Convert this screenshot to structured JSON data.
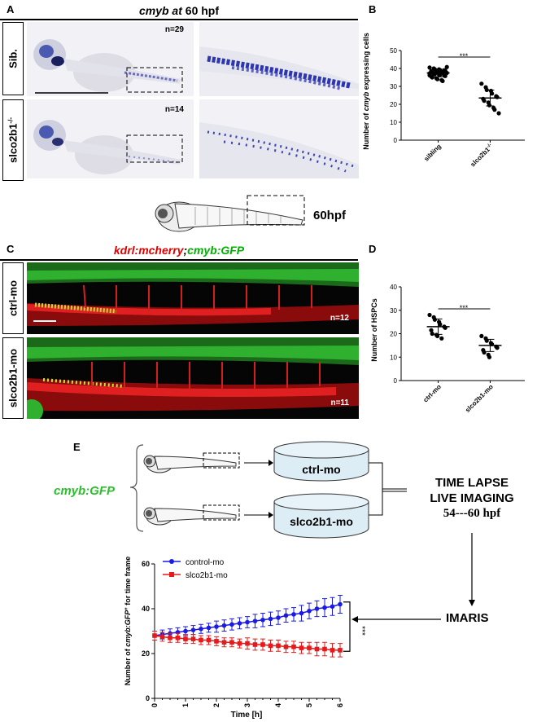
{
  "panelA": {
    "label": "A",
    "title_italic": "cmyb at",
    "title_rest": " 60 hpf",
    "rows": [
      {
        "label": "Sib.",
        "n": "n=29"
      },
      {
        "label": "slco2b1",
        "sup": "-/-",
        "n": "n=14"
      }
    ]
  },
  "panelB": {
    "label": "B",
    "ylabel_pre": "Number of ",
    "ylabel_italic": "cmyb",
    "ylabel_post": " expressing cells",
    "significance": "***",
    "chart_data": {
      "type": "scatter",
      "categories": [
        "sibling",
        "slco2b1-/-"
      ],
      "tick_labels": [
        "sibling",
        "slco2b1"
      ],
      "tick_sup": [
        "",
        "-/-"
      ],
      "ylim": [
        0,
        50
      ],
      "yticks": [
        0,
        10,
        20,
        30,
        40,
        50
      ],
      "means": [
        37.5,
        23.5
      ],
      "sd": [
        2.2,
        4.4
      ],
      "points": [
        [
          40.5,
          40,
          39.5,
          39.5,
          39,
          39,
          38.8,
          38.5,
          38.2,
          38,
          38,
          37.8,
          37.5,
          37.5,
          37.2,
          37,
          36.8,
          36.5,
          36.5,
          36,
          35.8,
          35.5,
          35,
          34.5,
          34,
          33.5,
          33,
          40.8,
          36.2
        ],
        [
          31.5,
          29.5,
          28,
          27.5,
          26,
          24.5,
          24,
          23,
          22,
          21,
          19.5,
          18,
          17,
          15
        ]
      ]
    }
  },
  "schematic": {
    "label": "60hpf"
  },
  "panelC": {
    "label": "C",
    "title_red": "kdrl:mcherry",
    "title_sep": ";",
    "title_green": "cmyb:GFP",
    "rows": [
      {
        "label": "ctrl-mo",
        "n": "n=12"
      },
      {
        "label": "slco2b1-mo",
        "n": "n=11"
      }
    ]
  },
  "panelD": {
    "label": "D",
    "ylabel": "Number of HSPCs",
    "significance": "***",
    "chart_data": {
      "type": "scatter",
      "categories": [
        "ctrl-mo",
        "slco2b1-mo"
      ],
      "ylim": [
        0,
        40
      ],
      "yticks": [
        0,
        10,
        20,
        30,
        40
      ],
      "means": [
        23,
        15
      ],
      "sd": [
        3.3,
        2.6
      ],
      "points": [
        [
          28,
          27,
          26,
          25,
          24,
          23,
          22.5,
          21.5,
          20,
          19.5,
          19,
          18
        ],
        [
          19,
          18,
          17,
          16,
          15.5,
          14.5,
          14,
          13,
          12,
          11,
          10
        ]
      ]
    }
  },
  "panelE": {
    "label": "E",
    "line_label": "cmyb:GFP",
    "disk1": "ctrl-mo",
    "disk2": "slco2b1-mo",
    "tl_line1": "TIME LAPSE",
    "tl_line2": "LIVE IMAGING",
    "tl_hours": "54---60 hpf",
    "imaris": "IMARIS",
    "significance": "***",
    "ylabel_pre": "Number of ",
    "ylabel_italic": "cmyb:GFP",
    "ylabel_sup": "+",
    "ylabel_post": " for time frame",
    "chart_data": {
      "type": "line",
      "xlabel": "Time [h]",
      "xlim": [
        0,
        6
      ],
      "xticks": [
        0,
        1,
        2,
        3,
        4,
        5,
        6
      ],
      "ylim": [
        0,
        60
      ],
      "yticks": [
        0,
        20,
        40,
        60
      ],
      "series": [
        {
          "name": "control-mo",
          "color": "#1a1ae6",
          "marker": "circle",
          "x": [
            0,
            0.25,
            0.5,
            0.75,
            1,
            1.25,
            1.5,
            1.75,
            2,
            2.25,
            2.5,
            2.75,
            3,
            3.25,
            3.5,
            3.75,
            4,
            4.25,
            4.5,
            4.75,
            5,
            5.25,
            5.5,
            5.75,
            6
          ],
          "y": [
            28,
            28.5,
            29,
            29.5,
            30,
            30.5,
            31,
            31.5,
            32,
            32.5,
            33,
            33.5,
            34,
            34.5,
            35,
            35.5,
            36,
            37,
            37.5,
            38,
            39,
            40,
            40.5,
            41,
            42
          ],
          "err": [
            2,
            2,
            2,
            2,
            2,
            2,
            2,
            2,
            2.5,
            2.5,
            2.5,
            2.5,
            2.5,
            3,
            3,
            3,
            3,
            3,
            3,
            3.5,
            3.5,
            3.5,
            4,
            4,
            4
          ]
        },
        {
          "name": "slco2b1-mo",
          "color": "#e61a1a",
          "marker": "square",
          "x": [
            0,
            0.25,
            0.5,
            0.75,
            1,
            1.25,
            1.5,
            1.75,
            2,
            2.25,
            2.5,
            2.75,
            3,
            3.25,
            3.5,
            3.75,
            4,
            4.25,
            4.5,
            4.75,
            5,
            5.25,
            5.5,
            5.75,
            6
          ],
          "y": [
            28,
            27.5,
            27,
            27,
            26.5,
            26.5,
            26,
            26,
            25.5,
            25,
            25,
            24.5,
            24.5,
            24,
            24,
            23.5,
            23.5,
            23,
            23,
            22.5,
            22.5,
            22,
            22,
            21.5,
            21.5
          ],
          "err": [
            2,
            2,
            2,
            2,
            2,
            2,
            2,
            2,
            2,
            2,
            2,
            2,
            2.5,
            2.5,
            2.5,
            2.5,
            2.5,
            2.5,
            2.5,
            2.5,
            2.5,
            3,
            3,
            3,
            3
          ]
        }
      ]
    }
  }
}
